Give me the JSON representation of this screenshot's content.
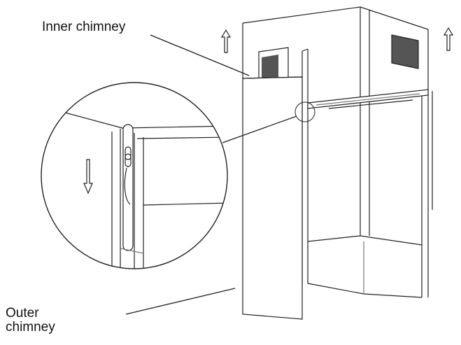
{
  "labels": {
    "inner_chimney": "Inner chimney",
    "outer_chimney_line1": "Outer",
    "outer_chimney_line2": "chimney"
  },
  "colors": {
    "stroke": "#222222",
    "light_stroke": "#777777",
    "fill_panel": "#ffffff",
    "fill_window": "#555555",
    "background": "#ffffff"
  },
  "icons": {
    "up_arrows": "up-arrow-icon",
    "down_arrow": "down-arrow-icon"
  }
}
